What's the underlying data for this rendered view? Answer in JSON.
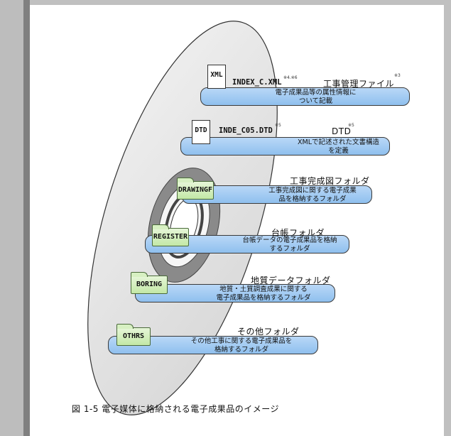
{
  "figure": {
    "caption": "図 1-5 電子媒体に格納される電子成果品のイメージ",
    "files": [
      {
        "icon_text": "XML",
        "filename": "INDEX_C.XML",
        "filename_sup": "※4.※6",
        "title": "工事管理ファイル",
        "title_sup": "※3",
        "desc_line1": "電子成果品等の属性情報に",
        "desc_line2": "ついて記載"
      },
      {
        "icon_text": "DTD",
        "filename": "INDE_C05.DTD",
        "filename_sup": "※5",
        "title": "DTD",
        "title_sup": "※5",
        "desc_line1": "XMLで記述された文書構造",
        "desc_line2": "を定義"
      }
    ],
    "folders": [
      {
        "name": "DRAWINGF",
        "title": "工事完成図フォルダ",
        "desc_line1": "工事完成図に関する電子成果",
        "desc_line2": "品を格納するフォルダ"
      },
      {
        "name": "REGISTER",
        "title": "台帳フォルダ",
        "desc_line1": "台帳データの電子成果品を格納",
        "desc_line2": "するフォルダ"
      },
      {
        "name": "BORING",
        "title": "地質データフォルダ",
        "desc_line1": "地質・土質調査成果に関する",
        "desc_line2": "電子成果品を格納するフォルダ"
      },
      {
        "name": "OTHRS",
        "title": "その他フォルダ",
        "desc_line1": "その他工事に関する電子成果品を",
        "desc_line2": "格納するフォルダ"
      }
    ]
  }
}
